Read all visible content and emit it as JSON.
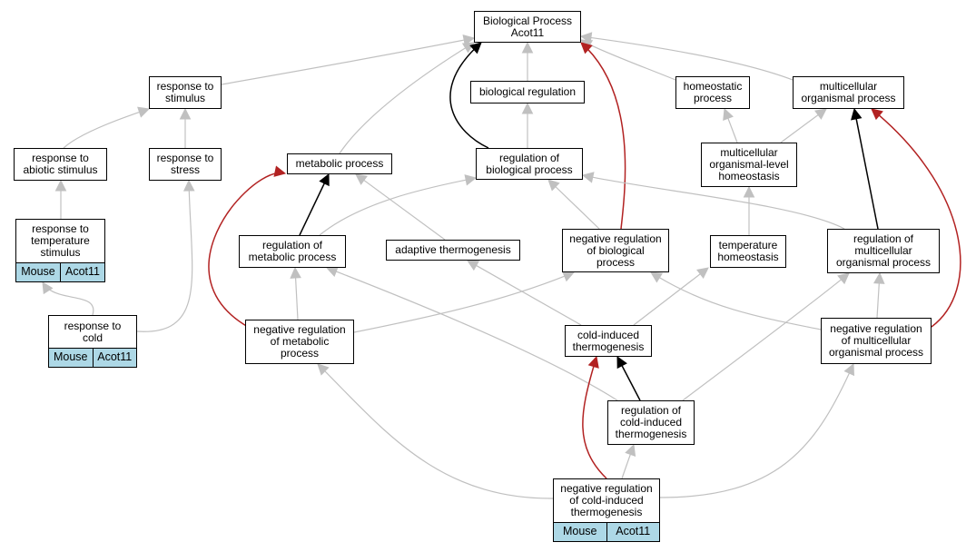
{
  "annotation": {
    "species": "Mouse",
    "gene": "Acot11",
    "highlight_color": "#add8e6"
  },
  "colors": {
    "is_a": "#c0c0c0",
    "regulates": "#000000",
    "negatively_regulates": "#b22222"
  },
  "nodes": [
    {
      "id": "bp",
      "lines": [
        "Biological Process",
        "Acot11"
      ]
    },
    {
      "id": "resp_stim",
      "lines": [
        "response to",
        "stimulus"
      ]
    },
    {
      "id": "bio_reg",
      "lines": [
        "biological regulation"
      ]
    },
    {
      "id": "homeo",
      "lines": [
        "homeostatic",
        "process"
      ]
    },
    {
      "id": "multi",
      "lines": [
        "multicellular",
        "organismal process"
      ]
    },
    {
      "id": "resp_abiotic",
      "lines": [
        "response to",
        "abiotic stimulus"
      ]
    },
    {
      "id": "resp_stress",
      "lines": [
        "response to",
        "stress"
      ]
    },
    {
      "id": "metab",
      "lines": [
        "metabolic process"
      ]
    },
    {
      "id": "reg_bio",
      "lines": [
        "regulation of",
        "biological process"
      ]
    },
    {
      "id": "multi_homeo",
      "lines": [
        "multicellular",
        "organismal-level",
        "homeostasis"
      ]
    },
    {
      "id": "resp_temp",
      "lines": [
        "response to",
        "temperature",
        "stimulus"
      ],
      "annotated": true
    },
    {
      "id": "reg_metab",
      "lines": [
        "regulation of",
        "metabolic process"
      ]
    },
    {
      "id": "adapt",
      "lines": [
        "adaptive thermogenesis"
      ]
    },
    {
      "id": "neg_reg_bio",
      "lines": [
        "negative regulation",
        "of biological",
        "process"
      ]
    },
    {
      "id": "temp_homeo",
      "lines": [
        "temperature",
        "homeostasis"
      ]
    },
    {
      "id": "reg_multi",
      "lines": [
        "regulation of",
        "multicellular",
        "organismal process"
      ]
    },
    {
      "id": "resp_cold",
      "lines": [
        "response to",
        "cold"
      ],
      "annotated": true
    },
    {
      "id": "neg_reg_metab",
      "lines": [
        "negative regulation",
        "of metabolic",
        "process"
      ]
    },
    {
      "id": "cold_thermo",
      "lines": [
        "cold-induced",
        "thermogenesis"
      ]
    },
    {
      "id": "neg_reg_multi",
      "lines": [
        "negative regulation",
        "of multicellular",
        "organismal process"
      ]
    },
    {
      "id": "reg_cold",
      "lines": [
        "regulation of",
        "cold-induced",
        "thermogenesis"
      ]
    },
    {
      "id": "neg_reg_cold",
      "lines": [
        "negative regulation",
        "of cold-induced",
        "thermogenesis"
      ],
      "annotated": true
    }
  ],
  "edges": [
    {
      "from": "resp_stim",
      "to": "bp",
      "type": "is_a"
    },
    {
      "from": "bio_reg",
      "to": "bp",
      "type": "is_a"
    },
    {
      "from": "homeo",
      "to": "bp",
      "type": "is_a"
    },
    {
      "from": "multi",
      "to": "bp",
      "type": "is_a"
    },
    {
      "from": "metab",
      "to": "bp",
      "type": "is_a"
    },
    {
      "from": "reg_bio",
      "to": "bp",
      "type": "regulates"
    },
    {
      "from": "neg_reg_bio",
      "to": "bp",
      "type": "negatively_regulates"
    },
    {
      "from": "reg_bio",
      "to": "bio_reg",
      "type": "is_a"
    },
    {
      "from": "resp_abiotic",
      "to": "resp_stim",
      "type": "is_a"
    },
    {
      "from": "resp_stress",
      "to": "resp_stim",
      "type": "is_a"
    },
    {
      "from": "resp_temp",
      "to": "resp_abiotic",
      "type": "is_a"
    },
    {
      "from": "resp_cold",
      "to": "resp_temp",
      "type": "is_a"
    },
    {
      "from": "resp_cold",
      "to": "resp_stress",
      "type": "is_a"
    },
    {
      "from": "multi_homeo",
      "to": "homeo",
      "type": "is_a"
    },
    {
      "from": "multi_homeo",
      "to": "multi",
      "type": "is_a"
    },
    {
      "from": "temp_homeo",
      "to": "multi_homeo",
      "type": "is_a"
    },
    {
      "from": "reg_metab",
      "to": "metab",
      "type": "regulates"
    },
    {
      "from": "neg_reg_metab",
      "to": "metab",
      "type": "negatively_regulates"
    },
    {
      "from": "adapt",
      "to": "metab",
      "type": "is_a"
    },
    {
      "from": "reg_metab",
      "to": "reg_bio",
      "type": "is_a"
    },
    {
      "from": "neg_reg_bio",
      "to": "reg_bio",
      "type": "is_a"
    },
    {
      "from": "reg_multi",
      "to": "reg_bio",
      "type": "is_a"
    },
    {
      "from": "reg_multi",
      "to": "multi",
      "type": "regulates"
    },
    {
      "from": "neg_reg_multi",
      "to": "multi",
      "type": "negatively_regulates"
    },
    {
      "from": "neg_reg_metab",
      "to": "reg_metab",
      "type": "is_a"
    },
    {
      "from": "neg_reg_metab",
      "to": "neg_reg_bio",
      "type": "is_a"
    },
    {
      "from": "cold_thermo",
      "to": "adapt",
      "type": "is_a"
    },
    {
      "from": "cold_thermo",
      "to": "temp_homeo",
      "type": "is_a"
    },
    {
      "from": "neg_reg_multi",
      "to": "neg_reg_bio",
      "type": "is_a"
    },
    {
      "from": "neg_reg_multi",
      "to": "reg_multi",
      "type": "is_a"
    },
    {
      "from": "reg_cold",
      "to": "cold_thermo",
      "type": "regulates"
    },
    {
      "from": "reg_cold",
      "to": "reg_metab",
      "type": "is_a"
    },
    {
      "from": "reg_cold",
      "to": "reg_multi",
      "type": "is_a"
    },
    {
      "from": "neg_reg_cold",
      "to": "cold_thermo",
      "type": "negatively_regulates"
    },
    {
      "from": "neg_reg_cold",
      "to": "reg_cold",
      "type": "is_a"
    },
    {
      "from": "neg_reg_cold",
      "to": "neg_reg_metab",
      "type": "is_a"
    },
    {
      "from": "neg_reg_cold",
      "to": "neg_reg_multi",
      "type": "is_a"
    }
  ]
}
